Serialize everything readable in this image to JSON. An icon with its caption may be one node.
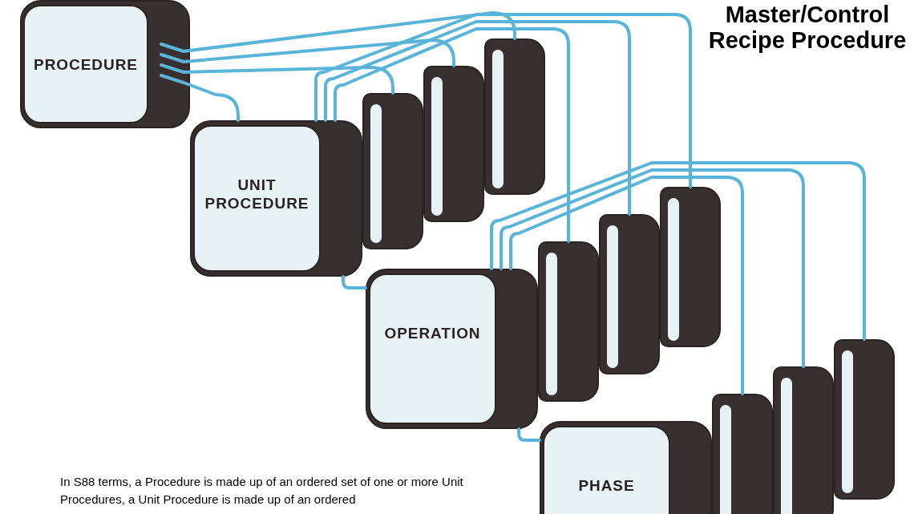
{
  "diagram": {
    "title": "Master/Control Recipe Procedure",
    "caption": "In S88 terms, a Procedure is made up of an ordered set of one or more Unit Procedures, a Unit Procedure is made up of an ordered",
    "nodes": [
      {
        "text": [
          "PROCEDURE"
        ]
      },
      {
        "text": [
          "UNIT PROCEDURE"
        ]
      },
      {
        "text": [],
        "shape": "box"
      },
      {
        "text": [],
        "shape": "box"
      },
      {
        "text": [],
        "shape": "box"
      },
      {
        "text": [
          "OPERATION"
        ]
      },
      {
        "text": [],
        "shape": "box"
      },
      {
        "text": [],
        "shape": "box"
      },
      {
        "text": [],
        "shape": "box"
      },
      {
        "text": [
          "PHASE"
        ]
      },
      {
        "text": [],
        "shape": "box"
      },
      {
        "text": [],
        "shape": "box"
      },
      {
        "text": [],
        "shape": "box"
      }
    ],
    "edges": [
      {
        "from": 0,
        "to": 1,
        "arrow": "none"
      },
      {
        "from": 0,
        "to": 2,
        "arrow": "none"
      },
      {
        "from": 0,
        "to": 3,
        "arrow": "none"
      },
      {
        "from": 0,
        "to": 4,
        "arrow": "none"
      },
      {
        "from": 1,
        "to": 5,
        "arrow": "none"
      },
      {
        "from": 1,
        "to": 6,
        "arrow": "none"
      },
      {
        "from": 1,
        "to": 7,
        "arrow": "none"
      },
      {
        "from": 1,
        "to": 8,
        "arrow": "none"
      },
      {
        "from": 5,
        "to": 9,
        "arrow": "none"
      },
      {
        "from": 5,
        "to": 10,
        "arrow": "none"
      },
      {
        "from": 5,
        "to": 11,
        "arrow": "none"
      },
      {
        "from": 5,
        "to": 12,
        "arrow": "none"
      }
    ]
  }
}
